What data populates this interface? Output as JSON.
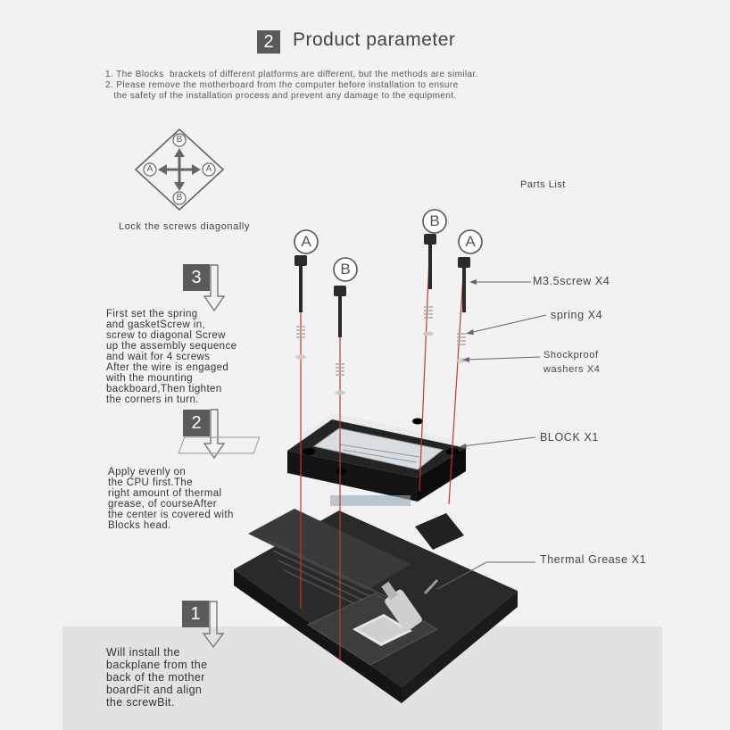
{
  "heading": {
    "number": "2",
    "title": "Product parameter"
  },
  "notes": [
    "1. The Blocks  brackets of different platforms are different, but the methods are similar.",
    "2. Please remove the motherboard from the computer before installation to ensure",
    "   the safety of the installation process and prevent any damage to the equipment."
  ],
  "diagram": {
    "labels": {
      "top": "B",
      "bottom": "B",
      "left": "A",
      "right": "A"
    }
  },
  "lock_label": "Lock the screws diagonally",
  "parts_list_label": "Parts List",
  "screw_markers": [
    "A",
    "B",
    "B",
    "A"
  ],
  "steps": [
    {
      "number": "3",
      "lines": [
        "First set the spring",
        "and gasketScrew in,",
        "screw to diagonal Screw",
        "up the assembly sequence",
        "and wait for 4 screws",
        "After the wire is engaged",
        "with the mounting",
        "backboard,Then tighten",
        "the corners in turn."
      ]
    },
    {
      "number": "2",
      "lines": [
        "Apply evenly on",
        "the CPU first.The",
        "right amount of thermal",
        "grease, of courseAfter",
        "the center is covered with",
        "Blocks  head."
      ]
    },
    {
      "number": "1",
      "lines": [
        "Will install the",
        "backplane from the",
        "back of the mother",
        "boardFit and align",
        "the screwBit."
      ]
    }
  ],
  "callouts": {
    "screw": "M3.5screw X4",
    "spring": "spring X4",
    "washers_line1": "Shockproof",
    "washers_line2": "washers  X4",
    "block": "BLOCK X1",
    "grease": "Thermal Grease  X1"
  },
  "colors": {
    "accent_line": "#c0392b",
    "step_box": "#5b5b5b",
    "block_dark": "#1e1e1e"
  }
}
